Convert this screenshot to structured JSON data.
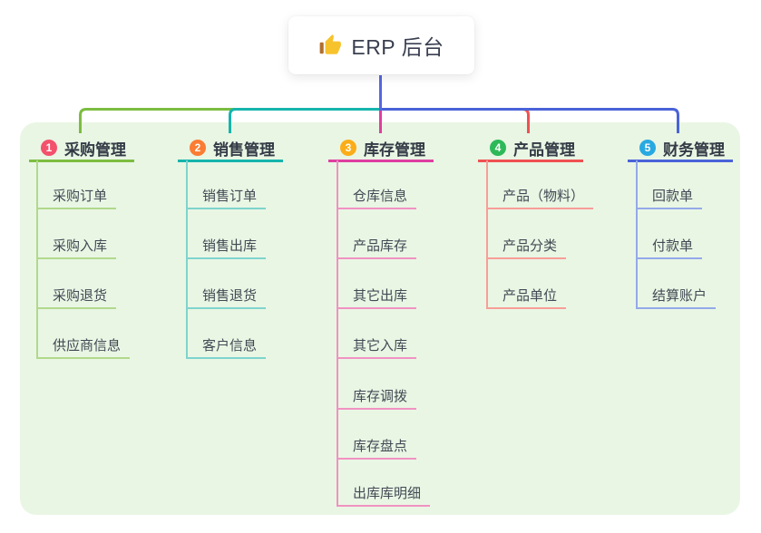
{
  "root": {
    "label": "ERP 后台",
    "icon": "thumbs-up-icon"
  },
  "colors": {
    "page_background": "#ffffff",
    "panel_background": "#e9f6e4",
    "root_connector": "#5767e1"
  },
  "branches": [
    {
      "number": "1",
      "label": "采购管理",
      "badge_color": "#f4516c",
      "line_color": "#7cbd40",
      "light_line_color": "#b1d98c",
      "children": [
        "采购订单",
        "采购入库",
        "采购退货",
        "供应商信息"
      ]
    },
    {
      "number": "2",
      "label": "销售管理",
      "badge_color": "#fb7c33",
      "line_color": "#16b5ac",
      "light_line_color": "#7fd4cd",
      "children": [
        "销售订单",
        "销售出库",
        "销售退货",
        "客户信息"
      ]
    },
    {
      "number": "3",
      "label": "库存管理",
      "badge_color": "#fbad18",
      "line_color": "#e03ea0",
      "light_line_color": "#f192c3",
      "children": [
        "仓库信息",
        "产品库存",
        "其它出库",
        "其它入库",
        "库存调拨",
        "库存盘点",
        "出库库明细"
      ]
    },
    {
      "number": "4",
      "label": "产品管理",
      "badge_color": "#2eb958",
      "line_color": "#f05152",
      "light_line_color": "#f79e98",
      "children": [
        "产品（物料）",
        "产品分类",
        "产品单位"
      ]
    },
    {
      "number": "5",
      "label": "财务管理",
      "badge_color": "#29a9e1",
      "line_color": "#4a63d8",
      "light_line_color": "#94a9e9",
      "children": [
        "回款单",
        "付款单",
        "结算账户"
      ]
    }
  ]
}
